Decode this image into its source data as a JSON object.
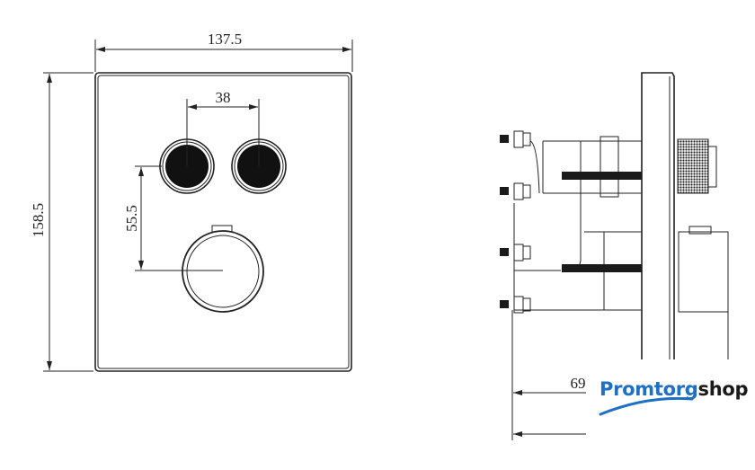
{
  "front_view": {
    "width_dim": "137.5",
    "height_dim": "158.5",
    "button_spacing_dim": "38",
    "knob_offset_dim": "55.5"
  },
  "side_view": {
    "depth_dim": "69"
  },
  "logo": {
    "part1": "Promtorg",
    "part2": "shop",
    "colors": {
      "primary": "#1f6fc4",
      "secondary": "#1a1a1a"
    }
  }
}
